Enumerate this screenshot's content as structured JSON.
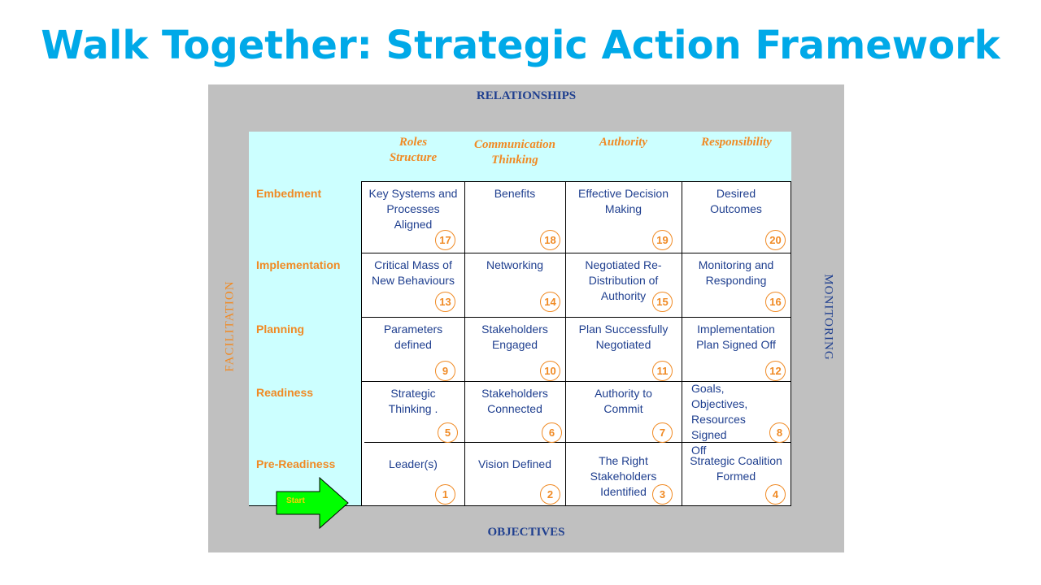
{
  "title": "Walk Together: Strategic Action Framework",
  "sides": {
    "top": "RELATIONSHIPS",
    "bottom": "OBJECTIVES",
    "left": "FACILITATION",
    "right": "MONITORING"
  },
  "columns": [
    {
      "line1": "Roles",
      "line2": "Structure"
    },
    {
      "line1": "Communication",
      "line2": "Thinking"
    },
    {
      "line1": "Authority",
      "line2": ""
    },
    {
      "line1": "Responsibility",
      "line2": ""
    }
  ],
  "rows": [
    {
      "label": "Embedment",
      "cells": [
        {
          "text": "Key Systems and Processes Aligned",
          "num": "17"
        },
        {
          "text": "Benefits",
          "num": "18"
        },
        {
          "text": "Effective Decision Making",
          "num": "19"
        },
        {
          "text": "Desired Outcomes",
          "num": "20"
        }
      ]
    },
    {
      "label": "Implementation",
      "cells": [
        {
          "text": "Critical Mass of New Behaviours",
          "num": "13"
        },
        {
          "text": "Networking",
          "num": "14"
        },
        {
          "text": "Negotiated Re-Distribution of Authority",
          "num": "15"
        },
        {
          "text": "Monitoring  and Responding",
          "num": "16"
        }
      ]
    },
    {
      "label": "Planning",
      "cells": [
        {
          "text": "Parameters defined",
          "num": "9"
        },
        {
          "text": "Stakeholders Engaged",
          "num": "10"
        },
        {
          "text": "Plan Successfully Negotiated",
          "num": "11"
        },
        {
          "text": "Implementation Plan Signed Off",
          "num": "12"
        }
      ]
    },
    {
      "label": "Readiness",
      "cells": [
        {
          "text": "Strategic Thinking .",
          "num": "5"
        },
        {
          "text": "Stakeholders Connected",
          "num": "6"
        },
        {
          "text": "Authority  to Commit",
          "num": "7"
        },
        {
          "text": "Goals, Objectives, Resources Signed Off",
          "num": "8"
        }
      ]
    },
    {
      "label": "Pre-Readiness",
      "cells": [
        {
          "text": "Leader(s)",
          "num": "1"
        },
        {
          "text": "Vision Defined",
          "num": "2"
        },
        {
          "text": "The Right Stakeholders Identified",
          "num": "3"
        },
        {
          "text": "Strategic Coalition Formed",
          "num": "4"
        }
      ]
    }
  ],
  "start_label": "Start",
  "colors": {
    "title": "#00a9e8",
    "orange": "#f08a24",
    "navy": "#1f3f8f",
    "cyan": "#ccffff",
    "arrow": "#00ff00"
  }
}
